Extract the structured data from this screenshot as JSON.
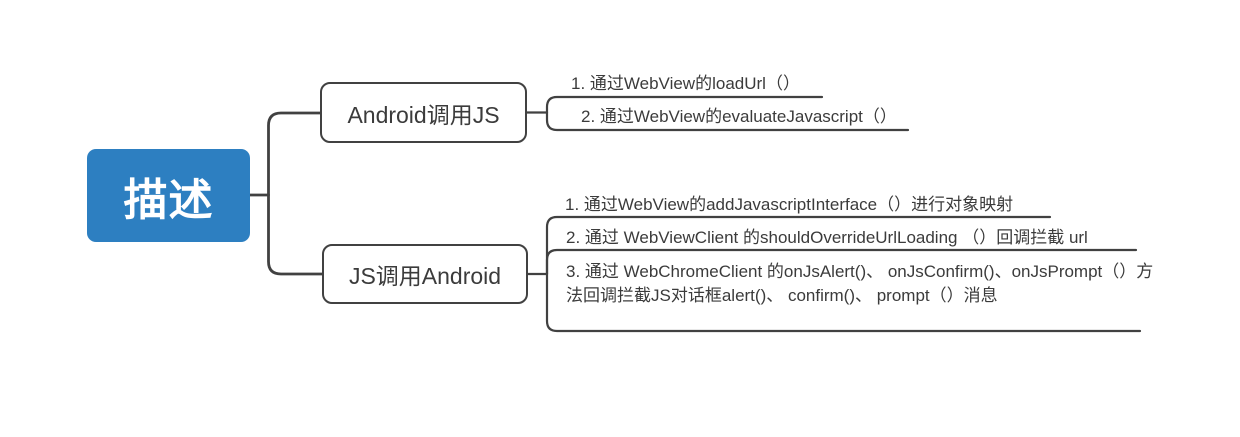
{
  "root": {
    "label": "描述"
  },
  "branches": [
    {
      "label": "Android调用JS",
      "children": [
        "1. 通过WebView的loadUrl（）",
        "2. 通过WebView的evaluateJavascript（）"
      ]
    },
    {
      "label": "JS调用Android",
      "children": [
        "1. 通过WebView的addJavascriptInterface（）进行对象映射",
        "2. 通过 WebViewClient 的shouldOverrideUrlLoading （）回调拦截 url",
        "3. 通过 WebChromeClient 的onJsAlert()、 onJsConfirm()、onJsPrompt（）方法回调拦截JS对话框alert()、 confirm()、 prompt（）消息"
      ]
    }
  ],
  "colors": {
    "canvas_bg": "#ffffff",
    "root_bg": "#2d7fc1",
    "root_text": "#ffffff",
    "line": "#414141",
    "text": "#3b3b3b"
  }
}
